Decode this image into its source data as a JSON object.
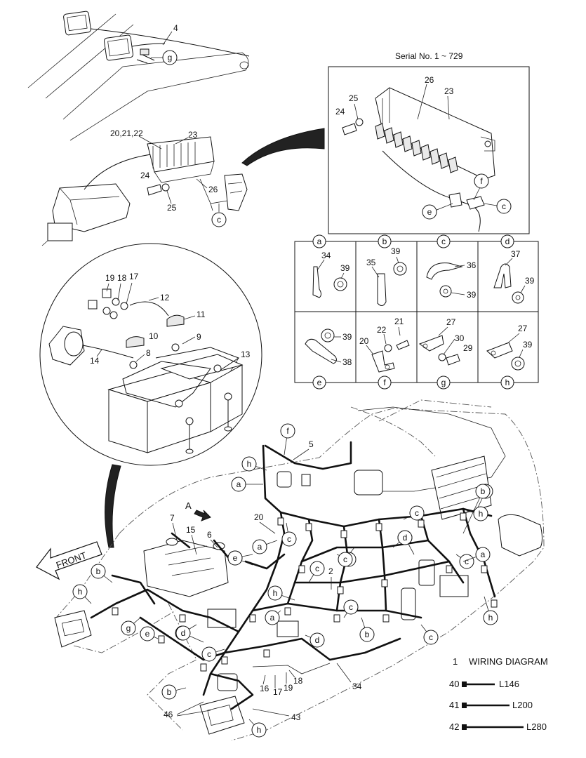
{
  "serial_note": "Serial No. 1 ~ 729",
  "detail_table": {
    "cells": [
      {
        "letter": "a",
        "parts": [
          "34",
          "39"
        ]
      },
      {
        "letter": "b",
        "parts": [
          "35",
          "39"
        ]
      },
      {
        "letter": "c",
        "parts": [
          "36",
          "39"
        ]
      },
      {
        "letter": "d",
        "parts": [
          "37",
          "39"
        ]
      },
      {
        "letter": "e",
        "parts": [
          "39",
          "38"
        ]
      },
      {
        "letter": "f",
        "parts": [
          "21",
          "22",
          "20"
        ]
      },
      {
        "letter": "g",
        "parts": [
          "27",
          "30",
          "29"
        ]
      },
      {
        "letter": "h",
        "parts": [
          "27",
          "39"
        ]
      }
    ]
  },
  "legend": {
    "title_num": "1",
    "title": "WIRING DIAGRAM",
    "items": [
      {
        "num": "40",
        "length": "L146"
      },
      {
        "num": "41",
        "length": "L200"
      },
      {
        "num": "42",
        "length": "L280"
      }
    ]
  },
  "labels": {
    "n4": "4",
    "g_boom": "g",
    "n20_21_22": "20,21,22",
    "n23_fb": "23",
    "n24_fb": "24",
    "n25_fb": "25",
    "n26_fb": "26",
    "c_fb": "c",
    "n26_inset": "26",
    "n23_inset": "23",
    "n25_inset": "25",
    "n24_inset": "24",
    "f_inset": "f",
    "e_inset": "e",
    "c_inset": "c",
    "n19": "19",
    "n18": "18",
    "n17": "17",
    "n12": "12",
    "n11": "11",
    "n10": "10",
    "n9": "9",
    "n8": "8",
    "n14": "14",
    "n13": "13",
    "n5": "5",
    "n7": "7",
    "n15": "15",
    "n6": "6",
    "n20_main": "20",
    "n2": "2",
    "n16": "16",
    "n17_main": "17",
    "n19_main": "19",
    "n18_main": "18",
    "n34_main": "34",
    "n46": "46",
    "n43": "43",
    "A": "A",
    "front": "FRONT"
  },
  "callouts_main": [
    "f",
    "h",
    "a",
    "b",
    "h",
    "c",
    "c",
    "a",
    "c",
    "d",
    "a",
    "e",
    "c",
    "c",
    "b",
    "c",
    "h",
    "d",
    "a",
    "b",
    "g",
    "e",
    "d",
    "h",
    "c",
    "d",
    "b",
    "c",
    "d",
    "c",
    "a",
    "h",
    "b",
    "h"
  ]
}
